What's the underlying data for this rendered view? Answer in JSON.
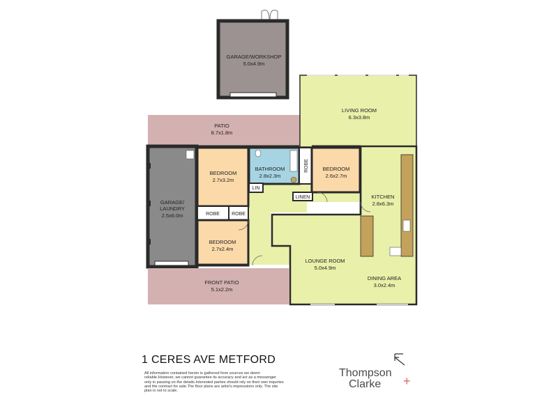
{
  "rooms": {
    "garage_workshop": {
      "name": "GARAGE/WORKSHOP",
      "size": "5.0x4.9m"
    },
    "living_room": {
      "name": "LIVING ROOM",
      "size": "6.3x3.8m"
    },
    "patio": {
      "name": "PATIO",
      "size": "8.7x1.8m"
    },
    "garage_laundry": {
      "name_line1": "GARAGE/",
      "name_line2": "LAUNDRY",
      "size": "2.5x6.0m"
    },
    "bedroom_1": {
      "name": "BEDROOM",
      "size": "2.7x3.2m"
    },
    "bathroom": {
      "name": "BATHROOM",
      "size": "2.8x2.3m"
    },
    "bedroom_2": {
      "name": "BEDROOM",
      "size": "2.6x2.7m"
    },
    "kitchen": {
      "name": "KITCHEN",
      "size": "2.8x6.3m"
    },
    "bedroom_3": {
      "name": "BEDROOM",
      "size": "2.7x2.4m"
    },
    "lounge_room": {
      "name": "LOUNGE ROOM",
      "size": "5.0x4.9m"
    },
    "dining_area": {
      "name": "DINING AREA",
      "size": "3.0x2.4m"
    },
    "front_patio": {
      "name": "FRONT PATIO",
      "size": "5.1x2.2m"
    }
  },
  "small_labels": {
    "lin": "LIN",
    "linen": "LINEN",
    "robe_vertical": "ROBE",
    "robe_1": "ROBE",
    "robe_2": "ROBE"
  },
  "address": "1 CERES AVE METFORD",
  "disclaimer": "All information contained herein is gathered from sources we deem reliable.However, we cannot guarantee its accuracy and act as a messenger only in passing on the details.Interested parties should rely on their own inquiries and the contract for sale.The floor plans are artist's impressions only. The site plan is not to scale.",
  "brand": {
    "line1": "Thompson",
    "line2": "Clarke",
    "accent_color": "#e06a55"
  },
  "colors": {
    "garage": "#9c9292",
    "patio": "#d3b1b0",
    "living": "#e9f0a9",
    "bedroom": "#fbd9a9",
    "bathroom": "#a7d4e3",
    "garage_laundry": "#8a8a8a",
    "wall": "#2a2a2a",
    "counter": "#c4a25c"
  },
  "icons": {
    "north_arrow": "north-arrow-icon"
  }
}
